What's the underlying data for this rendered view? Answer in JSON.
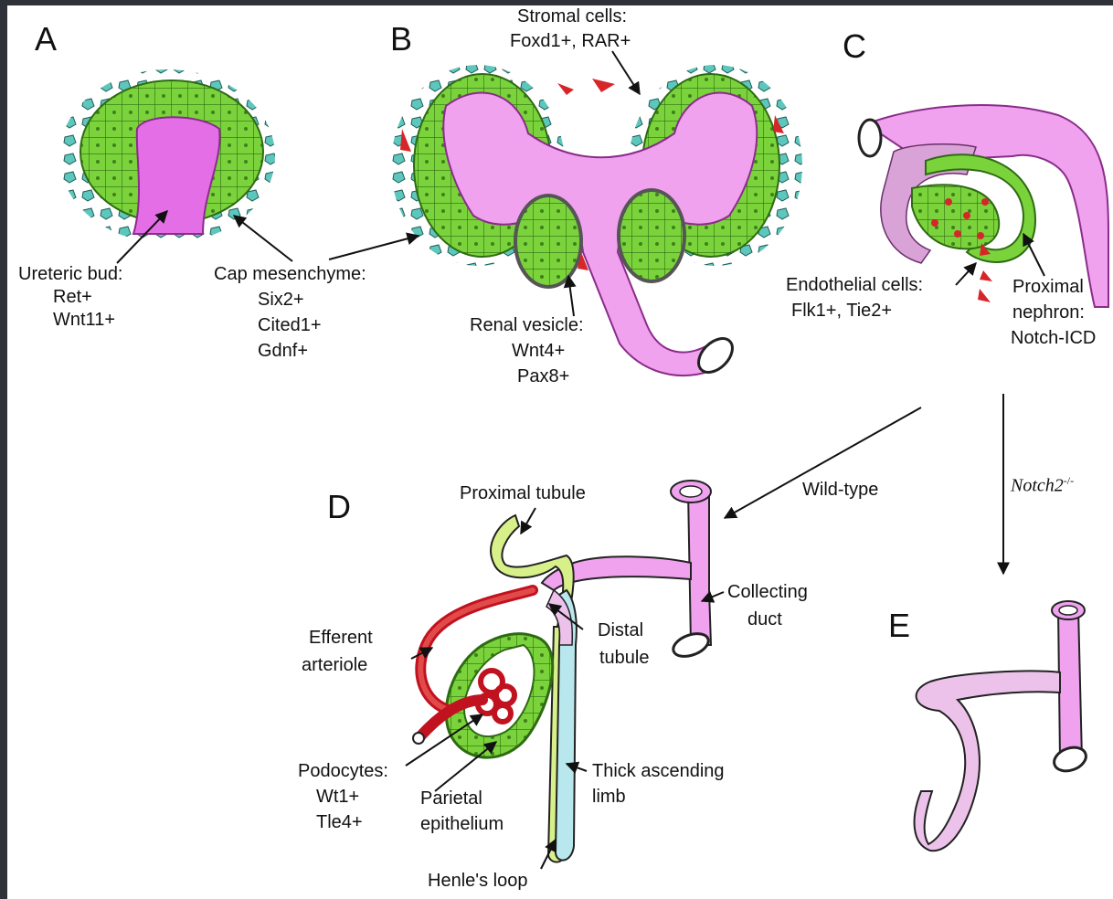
{
  "panels": {
    "a": "A",
    "b": "B",
    "c": "C",
    "d": "D",
    "e": "E"
  },
  "labels": {
    "ureteric_bud": [
      "Ureteric bud:",
      "Ret+",
      "Wnt11+"
    ],
    "cap_mesenchyme": [
      "Cap mesenchyme:",
      "Six2+",
      "Cited1+",
      "Gdnf+"
    ],
    "stromal_cells": [
      "Stromal cells:",
      "Foxd1+, RAR+"
    ],
    "renal_vesicle": [
      "Renal vesicle:",
      "Wnt4+",
      "Pax8+"
    ],
    "endothelial_cells": [
      "Endothelial cells:",
      "Flk1+, Tie2+"
    ],
    "proximal_nephron": [
      "Proximal",
      "nephron:",
      "Notch-ICD"
    ],
    "wild_type": "Wild-type",
    "notch2": {
      "gene": "Notch2",
      "sup": "-/-"
    },
    "proximal_tubule": "Proximal tubule",
    "collecting_duct": [
      "Collecting",
      "duct"
    ],
    "efferent_arteriole": [
      "Efferent",
      "arteriole"
    ],
    "distal_tubule": [
      "Distal",
      "tubule"
    ],
    "podocytes": [
      "Podocytes:",
      "Wt1+",
      "Tle4+"
    ],
    "parietal_epithelium": [
      "Parietal",
      "epithelium"
    ],
    "thick_ascending_limb": [
      "Thick ascending",
      "limb"
    ],
    "henles_loop": "Henle's loop"
  },
  "colors": {
    "ureteric": "#e46ee6",
    "collecting": "#f0a2ee",
    "cap_mesenchyme": "#7bd33c",
    "stroma": "#5ec7bd",
    "endothelial": "#d6262a",
    "proximal_tubule": "#d8f08a",
    "distal": "#ecc2ea",
    "ascending_limb": "#b8e8ee"
  }
}
